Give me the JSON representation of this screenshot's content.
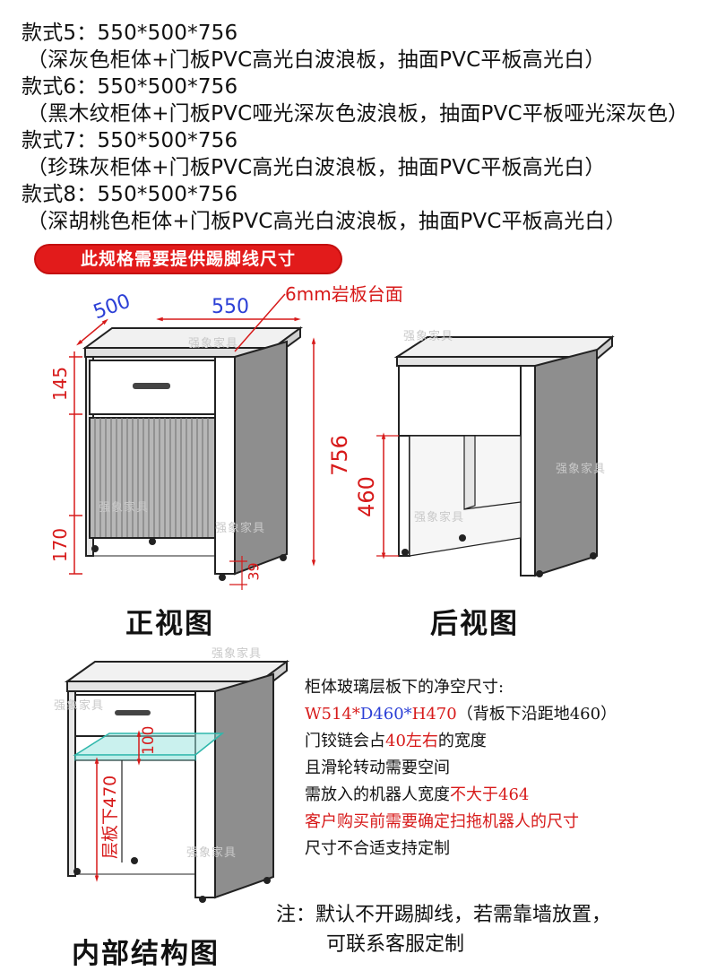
{
  "specs": [
    {
      "title": "款式5：550*500*756",
      "desc": "（深灰色柜体+门板PVC高光白波浪板，抽面PVC平板高光白）"
    },
    {
      "title": "款式6：550*500*756",
      "desc": "（黑木纹柜体+门板PVC哑光深灰色波浪板，抽面PVC平板哑光深灰色）"
    },
    {
      "title": "款式7：550*500*756",
      "desc": "（珍珠灰柜体+门板PVC高光白波浪板，抽面PVC平板高光白）"
    },
    {
      "title": "款式8：550*500*756",
      "desc": "（深胡桃色柜体+门板PVC高光白波浪板，抽面PVC平板高光白）"
    }
  ],
  "badge": "此规格需要提供踢脚线尺寸",
  "front": {
    "caption": "正视图",
    "dim_depth": "500",
    "dim_width": "550",
    "dim_drawer": "145",
    "dim_base": "170",
    "dim_height": "756",
    "dim_foot": "39",
    "top_label": "6mm岩板台面"
  },
  "back": {
    "caption": "后视图",
    "dim_clear": "460"
  },
  "interior": {
    "caption": "内部结构图",
    "dim_drawer": "100",
    "shelf_label": "层板下470"
  },
  "notes": {
    "line1": "柜体玻璃层板下的净空尺寸:",
    "w": "W514*",
    "d": "D460*",
    "h": "H470",
    "line2_rest": "（背板下沿距地460）",
    "line3_a": "门铰链会占",
    "line3_b": "40左右",
    "line3_c": "的宽度",
    "line4": "且滑轮转动需要空间",
    "line5_a": "需放入的机器人宽度",
    "line5_b": "不大于464",
    "line6": "客户购买前需要确定扫拖机器人的尺寸",
    "line7": "尺寸不合适支持定制"
  },
  "footer": {
    "line1": "注：默认不开踢脚线，若需靠墙放置，",
    "line2": "可联系客服定制"
  },
  "watermark": "强象家具",
  "colors": {
    "dimension_red": "#d71a1a",
    "dimension_blue": "#2b3fd6",
    "glass": "#9fe6e0"
  }
}
